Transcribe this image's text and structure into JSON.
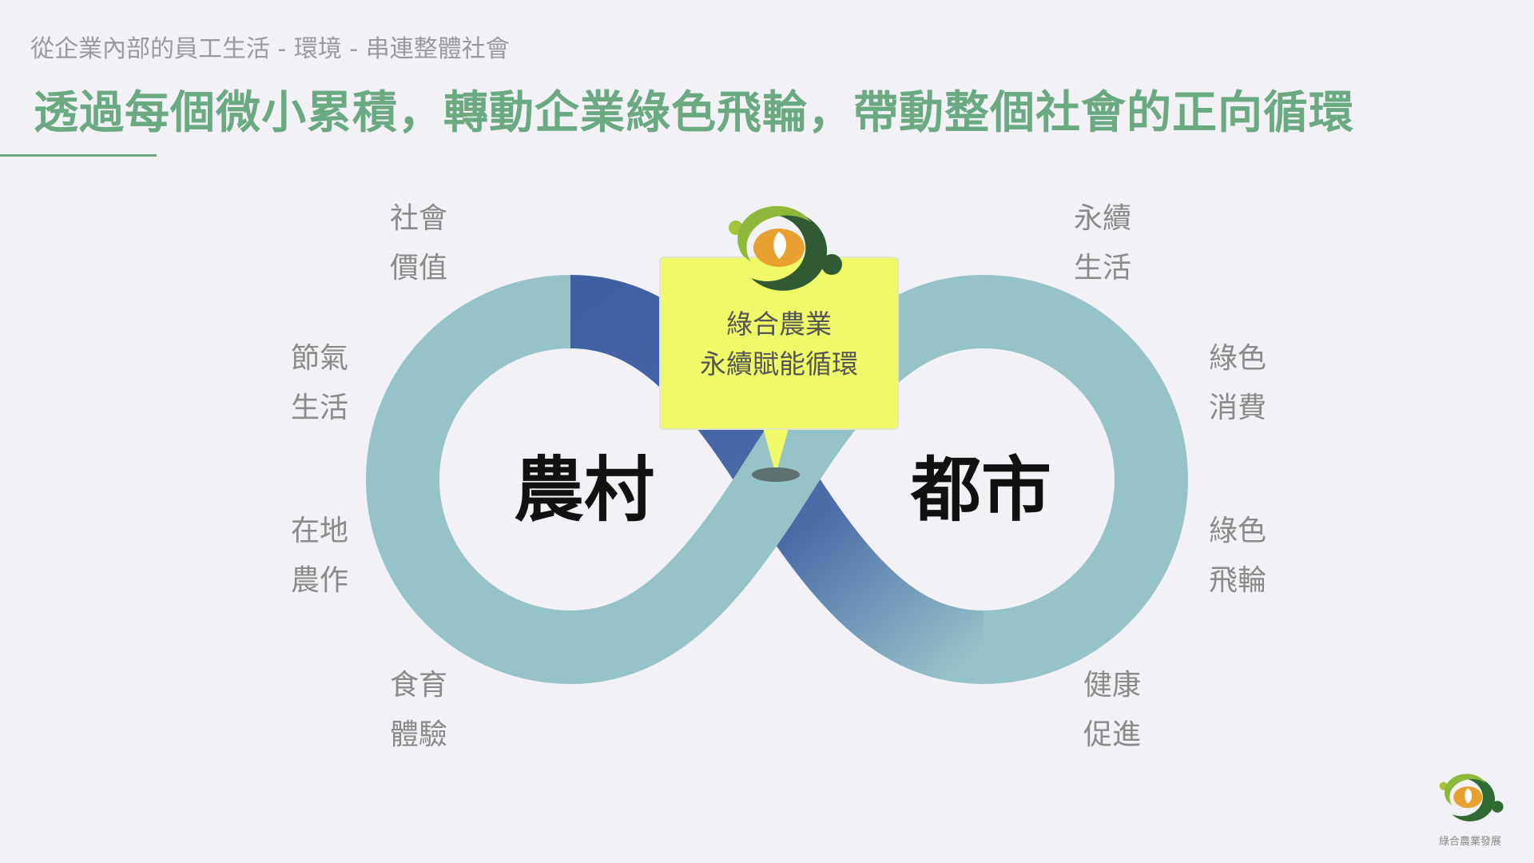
{
  "header": {
    "subtitle": "從企業內部的員工生活  - 環境 - 串連整體社會",
    "title": "透過每個微小累積，轉動企業綠色飛輪，帶動整個社會的正向循環"
  },
  "diagram": {
    "left_loop": "農村",
    "right_loop": "都市",
    "callout": {
      "line1": "綠合農業",
      "line2": "永續賦能循環",
      "logo": "leaf-logo-icon"
    },
    "labels": [
      {
        "l1": "社會",
        "l2": "價值"
      },
      {
        "l1": "節氣",
        "l2": "生活"
      },
      {
        "l1": "在地",
        "l2": "農作"
      },
      {
        "l1": "食育",
        "l2": "體驗"
      },
      {
        "l1": "永續",
        "l2": "生活"
      },
      {
        "l1": "綠色",
        "l2": "消費"
      },
      {
        "l1": "綠色",
        "l2": "飛輪"
      },
      {
        "l1": "健康",
        "l2": "促進"
      }
    ],
    "colors": {
      "loop": "#95c3c8",
      "crossing": "#3f5fa3",
      "callout": "#f0fa68",
      "title": "#6aa982"
    }
  },
  "brand": {
    "name": "綠合農業發展"
  }
}
